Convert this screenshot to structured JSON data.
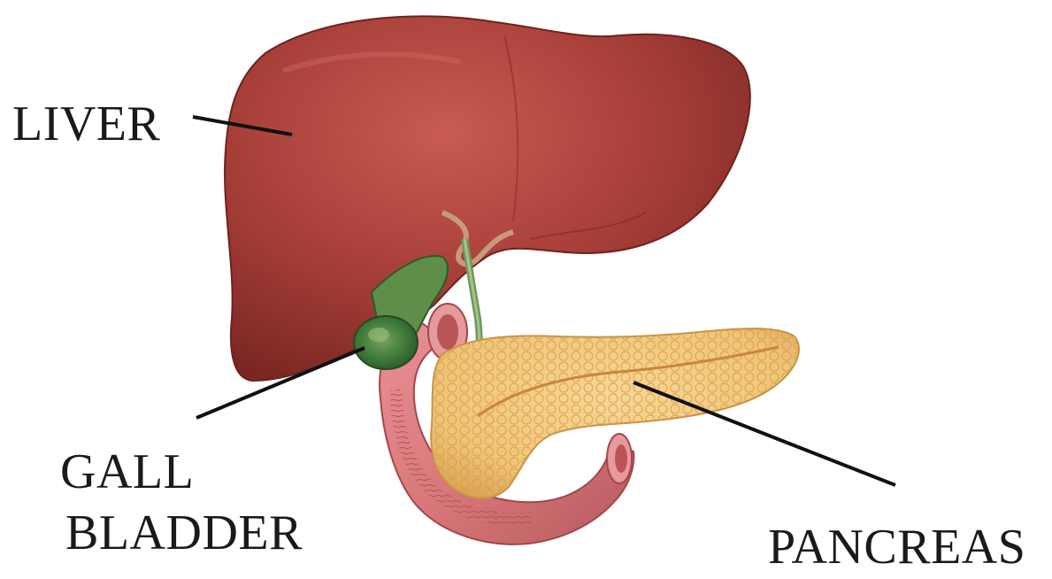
{
  "labels": {
    "liver": "LIVER",
    "gallbladder_line1": "GALL",
    "gallbladder_line2": "BLADDER",
    "pancreas": "PANCREAS"
  },
  "colors": {
    "liver": "#a63e38",
    "gallbladder": "#3f7a3a",
    "duodenum": "#d9787a",
    "pancreas": "#f0c477",
    "leader_line": "#111111"
  }
}
